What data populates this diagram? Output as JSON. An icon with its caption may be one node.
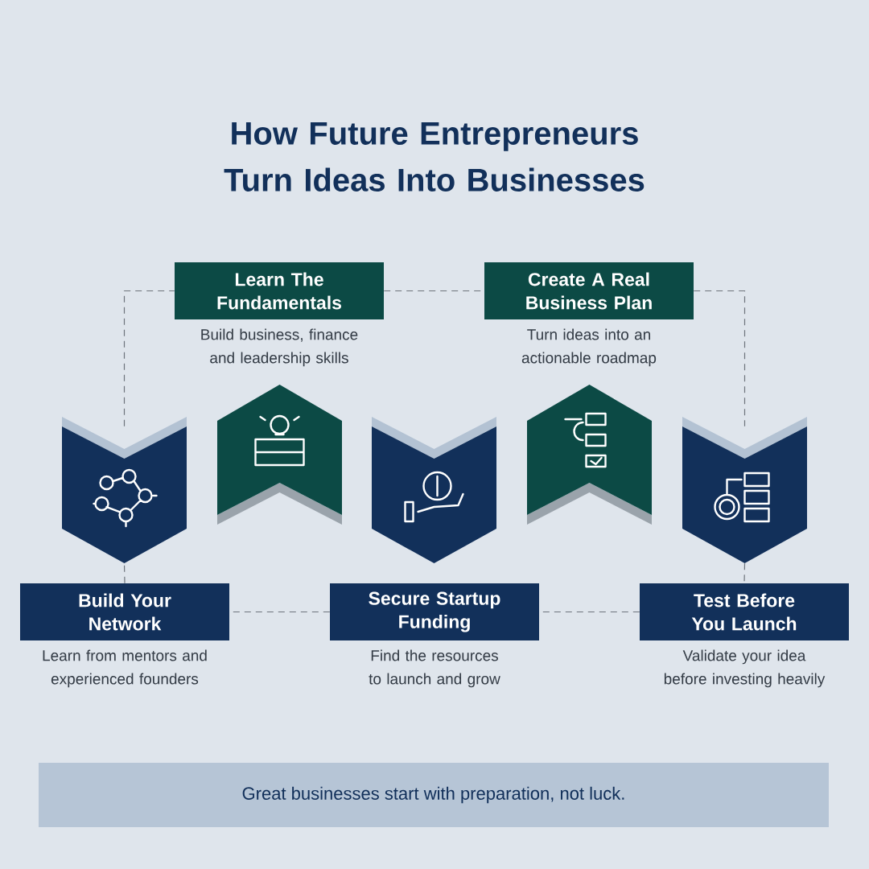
{
  "diagram": {
    "title": "How Future Entrepreneurs Turn Ideas Into Businesses",
    "nodes": [
      {
        "text": [
          "Learn The Fundamentals"
        ],
        "beside": [
          "Build business, finance and leadership skills"
        ]
      },
      {
        "text": [
          "Create A Real Business Plan"
        ],
        "beside": [
          "Turn ideas into an actionable roadmap"
        ]
      },
      {
        "text": [],
        "shape": "chevron"
      },
      {
        "text": [],
        "shape": "chevron"
      },
      {
        "text": [],
        "shape": "chevron"
      },
      {
        "text": [],
        "shape": "chevron"
      },
      {
        "text": [],
        "shape": "chevron"
      },
      {
        "text": [
          "Build Your Network"
        ],
        "beside": [
          "Learn from mentors and experienced founders"
        ]
      },
      {
        "text": [
          "Secure Startup Funding"
        ],
        "beside": [
          "Find the resources to launch and grow"
        ]
      },
      {
        "text": [
          "Test Before You Launch"
        ],
        "beside": [
          "Validate your idea before investing heavily"
        ]
      },
      {
        "text": [
          "Great businesses start with preparation, not luck."
        ]
      }
    ],
    "edges": [
      {
        "from": 2,
        "to": 0,
        "arrow": "none",
        "style": "dashed"
      },
      {
        "from": 0,
        "to": 1,
        "arrow": "none",
        "style": "dashed"
      },
      {
        "from": 1,
        "to": 6,
        "arrow": "none",
        "style": "dashed"
      },
      {
        "from": 6,
        "to": 9,
        "arrow": "none",
        "style": "dashed"
      },
      {
        "from": 9,
        "to": 8,
        "arrow": "none",
        "style": "dashed"
      },
      {
        "from": 8,
        "to": 7,
        "arrow": "none",
        "style": "dashed"
      },
      {
        "from": 7,
        "to": 2,
        "arrow": "none",
        "style": "dashed"
      }
    ]
  }
}
